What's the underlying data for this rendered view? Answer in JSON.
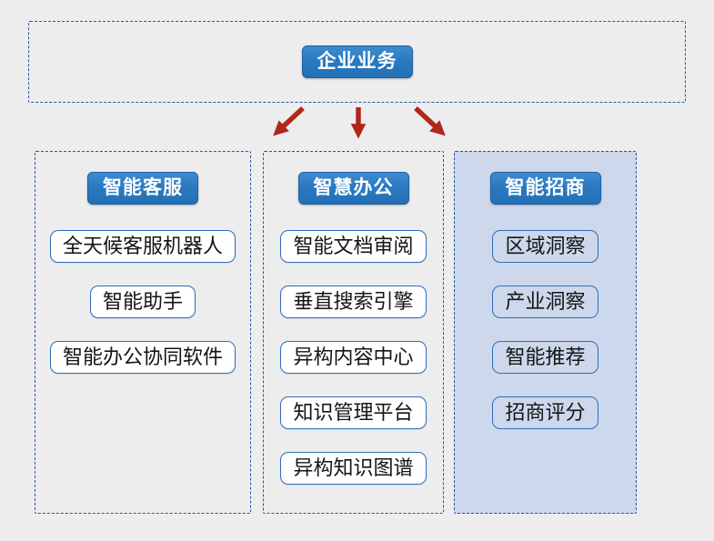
{
  "root": {
    "label": "企业业务"
  },
  "columns": [
    {
      "header": "智能客服",
      "items": [
        "全天候客服机器人",
        "智能助手",
        "智能办公协同软件"
      ]
    },
    {
      "header": "智慧办公",
      "items": [
        "智能文档审阅",
        "垂直搜索引擎",
        "异构内容中心",
        "知识管理平台",
        "异构知识图谱"
      ]
    },
    {
      "header": "智能招商",
      "items": [
        "区域洞察",
        "产业洞察",
        "智能推荐",
        "招商评分"
      ],
      "panel_filled": true
    }
  ],
  "colors": {
    "page_bg": "#ededed",
    "dashed_border": "#2156a5",
    "node_fill": "#2b7ac1",
    "node_text": "#ffffff",
    "item_border": "#2e6db8",
    "item_fill": "#ffffff",
    "filled_panel_bg": "#cdd8ec",
    "arrow": "#b1271b",
    "item_text": "#141414"
  }
}
